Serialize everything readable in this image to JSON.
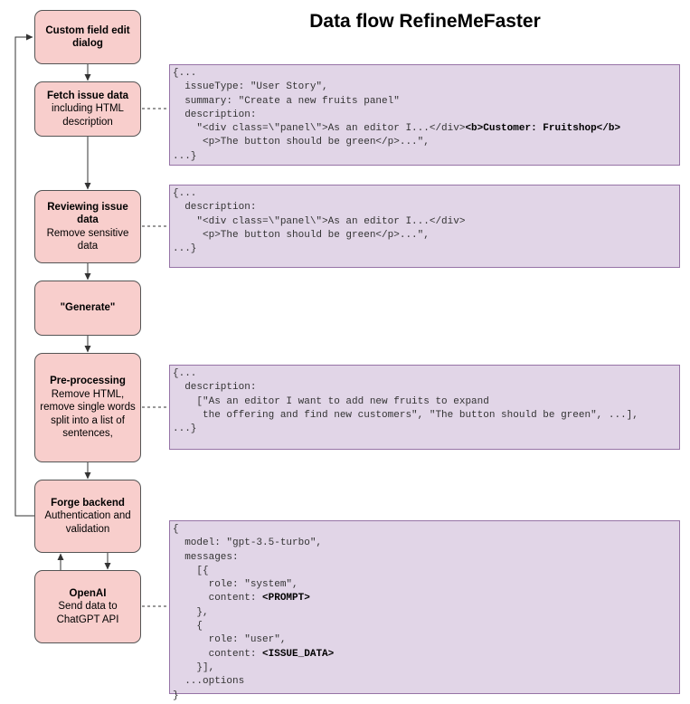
{
  "title": "Data flow RefineMeFaster",
  "steps": [
    {
      "title": "Custom field edit dialog",
      "desc": ""
    },
    {
      "title": "Fetch issue data",
      "desc": "including HTML description"
    },
    {
      "title": "Reviewing issue data",
      "desc": "Remove sensitive data"
    },
    {
      "title": "\"Generate\"",
      "desc": ""
    },
    {
      "title": "Pre-processing",
      "desc": "Remove HTML, remove single words split into a list of sentences,"
    },
    {
      "title": "Forge backend",
      "desc": "Authentication and validation"
    },
    {
      "title": "OpenAI",
      "desc": "Send data to ChatGPT API"
    }
  ],
  "code_blocks": [
    {
      "lines": [
        {
          "text": "{..."
        },
        {
          "text": "  issueType: \"User Story\","
        },
        {
          "text": "  summary: \"Create a new fruits panel\""
        },
        {
          "text": "  description:"
        },
        {
          "text": "    \"<div class=\\\"panel\\\">As an editor I...</div>",
          "bold": "<b>Customer: Fruitshop</b>"
        },
        {
          "text": "     <p>The button should be green</p>...\","
        },
        {
          "text": "...}"
        }
      ]
    },
    {
      "lines": [
        {
          "text": "{..."
        },
        {
          "text": "  description:"
        },
        {
          "text": "    \"<div class=\\\"panel\\\">As an editor I...</div>"
        },
        {
          "text": "     <p>The button should be green</p>...\","
        },
        {
          "text": "...}"
        }
      ]
    },
    {
      "lines": [
        {
          "text": "{..."
        },
        {
          "text": "  description:"
        },
        {
          "text": "    [\"As an editor I want to add new fruits to expand"
        },
        {
          "text": "     the offering and find new customers\", \"The button should be green\", ...],"
        },
        {
          "text": "...}"
        }
      ]
    },
    {
      "lines": [
        {
          "text": "{"
        },
        {
          "text": "  model: \"gpt-3.5-turbo\","
        },
        {
          "text": "  messages:"
        },
        {
          "text": "    [{"
        },
        {
          "text": "      role: \"system\","
        },
        {
          "text": "      content: ",
          "bold": "<PROMPT>"
        },
        {
          "text": "    },"
        },
        {
          "text": "    {"
        },
        {
          "text": "      role: \"user\","
        },
        {
          "text": "      content: ",
          "bold": "<ISSUE_DATA>"
        },
        {
          "text": "    }],"
        },
        {
          "text": "  ...options"
        },
        {
          "text": "}"
        }
      ]
    }
  ]
}
